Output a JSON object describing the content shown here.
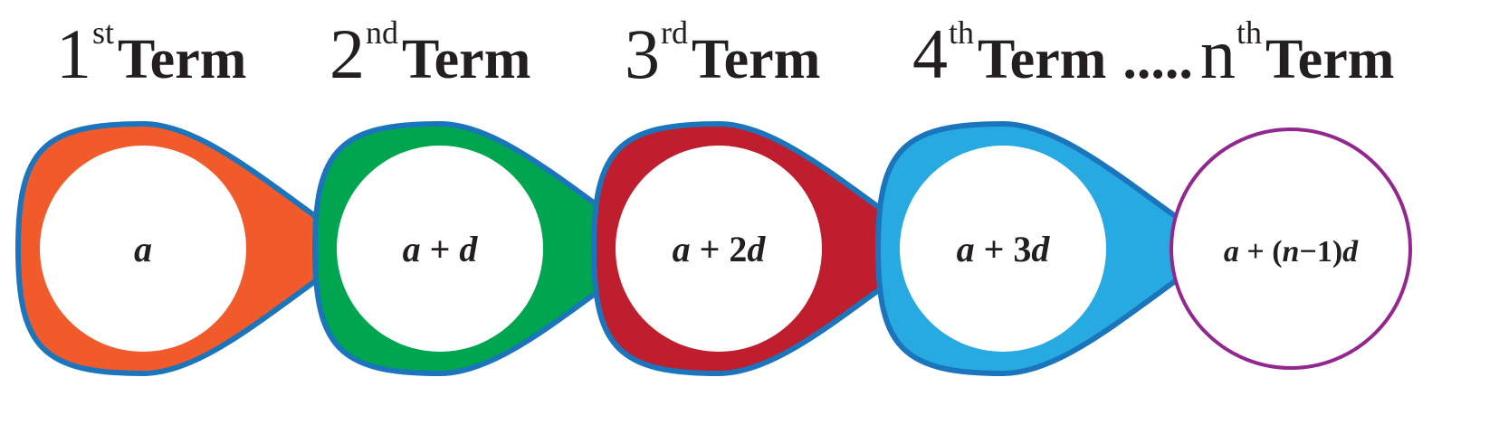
{
  "headings": [
    {
      "number": "1",
      "suffix": "st",
      "word": "Term"
    },
    {
      "number": "2",
      "suffix": "nd",
      "word": "Term"
    },
    {
      "number": "3",
      "suffix": "rd",
      "word": "Term"
    },
    {
      "number": "4",
      "suffix": "th",
      "word": "Term",
      "trailing": "....."
    },
    {
      "number": "n",
      "suffix": "th",
      "word": "Term"
    }
  ],
  "terms": [
    {
      "expr": "a",
      "fill": "#f15a2b"
    },
    {
      "expr": "a + d",
      "fill": "#00a550"
    },
    {
      "expr": "a + 2d",
      "fill": "#be1e2d"
    },
    {
      "expr": "a + 3d",
      "fill": "#27aae1"
    },
    {
      "expr": "a + (n−1)d",
      "fill": "#ffffff"
    }
  ],
  "colors": {
    "outline": "#1b75bc",
    "last_outline": "#92278f",
    "text": "#231f20"
  }
}
